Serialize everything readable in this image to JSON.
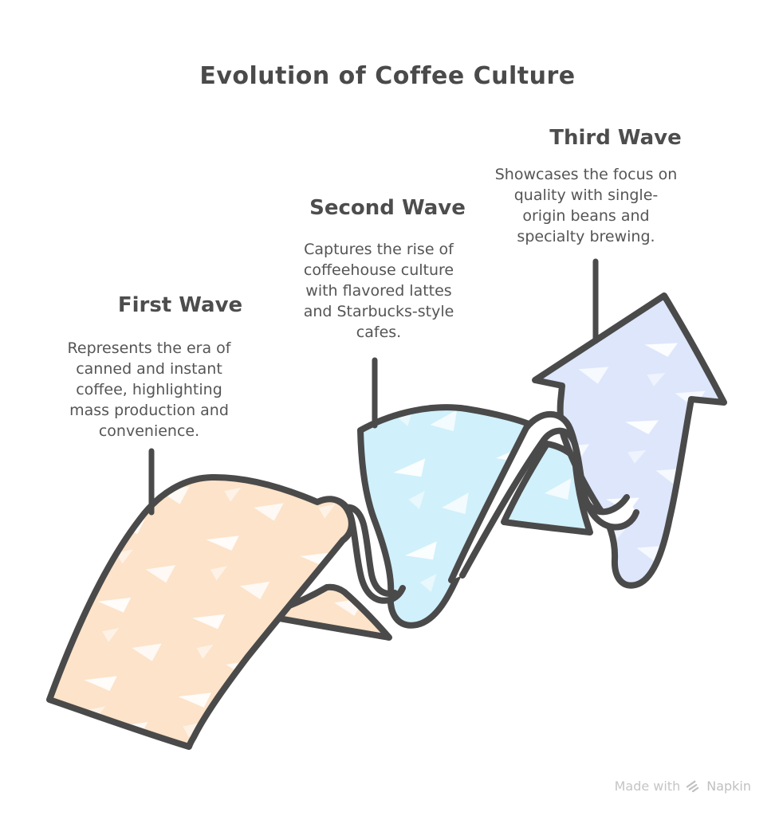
{
  "title": "Evolution of Coffee Culture",
  "waves": [
    {
      "heading": "First Wave",
      "body": "Represents the era of\ncanned and instant\ncoffee, highlighting\nmass production and\nconvenience."
    },
    {
      "heading": "Second Wave",
      "body": "Captures the rise of\ncoffeehouse culture\nwith flavored lattes\nand Starbucks-style\ncafes."
    },
    {
      "heading": "Third Wave",
      "body": "Showcases the focus on\nquality with single-\norigin beans and\nspecialty brewing."
    }
  ],
  "watermark": {
    "prefix": "Made with",
    "brand": "Napkin"
  },
  "icons": {
    "napkin_logo": "hatched-chevron"
  },
  "colors": {
    "outline": "#4a4a4a",
    "title_text": "#4a4a4a",
    "body_text": "#555555",
    "first_wave_fill": "#fce3c9",
    "second_wave_fill": "#d0f0fb",
    "third_wave_fill": "#dde6fb",
    "fold_gap": "#ffffff",
    "watermark_text": "#c5c5c5"
  }
}
